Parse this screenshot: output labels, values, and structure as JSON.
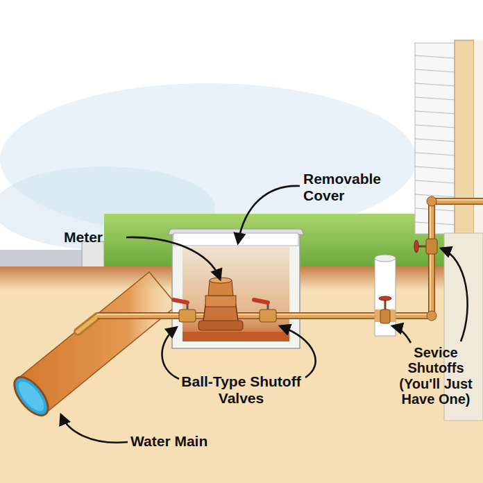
{
  "diagram": {
    "labels": [
      "Removable Cover",
      "Meter",
      "Ball-Type Shutoff Valves",
      "Water Main",
      "Sevice Shutoffs (You'll Just Have One)"
    ]
  }
}
